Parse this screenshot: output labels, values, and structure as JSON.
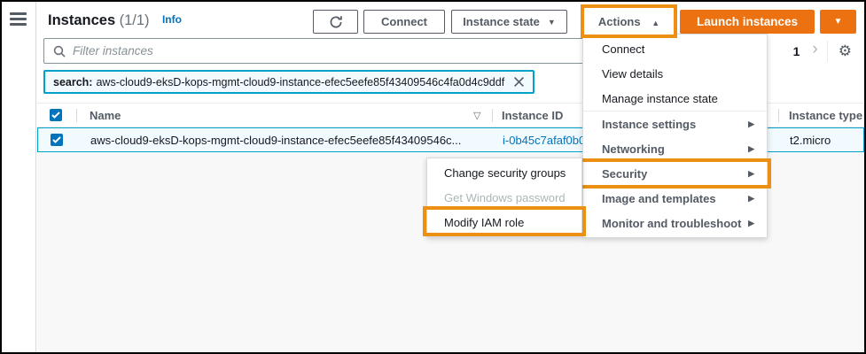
{
  "header": {
    "title": "Instances",
    "count": "(1/1)",
    "info_label": "Info"
  },
  "toolbar": {
    "connect_label": "Connect",
    "instance_state_label": "Instance state",
    "actions_label": "Actions",
    "launch_label": "Launch instances"
  },
  "search": {
    "placeholder": "Filter instances"
  },
  "filter_tag": {
    "key": "search:",
    "value": "aws-cloud9-eksD-kops-mgmt-cloud9-instance-efec5eefe85f43409546c4fa0d4c9ddf"
  },
  "pagination": {
    "current_page": "1"
  },
  "table": {
    "columns": [
      "Name",
      "Instance ID",
      "Instance type"
    ],
    "rows": [
      {
        "selected": true,
        "name": "aws-cloud9-eksD-kops-mgmt-cloud9-instance-efec5eefe85f43409546c...",
        "instance_id": "i-0b45c7afaf0b0",
        "instance_type": "t2.micro"
      }
    ]
  },
  "actions_menu": {
    "items": [
      {
        "label": "Connect",
        "type": "action"
      },
      {
        "label": "View details",
        "type": "action"
      },
      {
        "label": "Manage instance state",
        "type": "action"
      },
      {
        "label": "Instance settings",
        "type": "category"
      },
      {
        "label": "Networking",
        "type": "category"
      },
      {
        "label": "Security",
        "type": "category",
        "annotated": true
      },
      {
        "label": "Image and templates",
        "type": "category"
      },
      {
        "label": "Monitor and troubleshoot",
        "type": "category"
      }
    ]
  },
  "security_submenu": {
    "items": [
      {
        "label": "Change security groups",
        "enabled": true
      },
      {
        "label": "Get Windows password",
        "enabled": false
      },
      {
        "label": "Modify IAM role",
        "enabled": true,
        "annotated": true
      }
    ]
  },
  "icons": {
    "dropdown_down": "▼",
    "dropdown_up": "▲",
    "submenu_arrow": "▶",
    "sort_descending": "▽",
    "gear": "⚙",
    "next_page": "›"
  },
  "colors": {
    "primary_button_orange": "#ec7211",
    "annotation_orange": "#ec8f13",
    "link_blue": "#0073bb",
    "selection_blue": "#00a1c9",
    "selected_row_bg": "#f1faff"
  }
}
